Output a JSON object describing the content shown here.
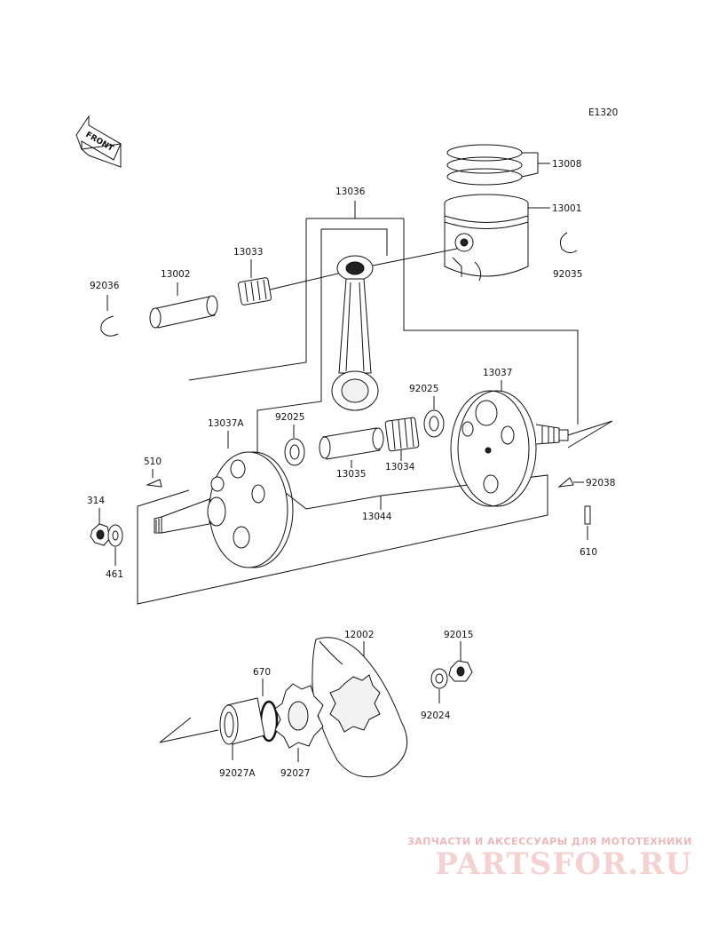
{
  "diagram_code": "E1320",
  "front_label": "FRONT",
  "parts": {
    "p13008": "13008",
    "p13001": "13001",
    "p92035": "92035",
    "p13036": "13036",
    "p13033": "13033",
    "p13002": "13002",
    "p92036": "92036",
    "p13037": "13037",
    "p92025a": "92025",
    "p92025b": "92025",
    "p13037a": "13037A",
    "p510": "510",
    "p13035": "13035",
    "p13034": "13034",
    "p13044": "13044",
    "p92038": "92038",
    "p314": "314",
    "p461": "461",
    "p610": "610",
    "p12002": "12002",
    "p92015": "92015",
    "p670": "670",
    "p92024": "92024",
    "p92027a": "92027A",
    "p92027": "92027"
  },
  "watermark": {
    "tagline": "ЗАПЧАСТИ И АКСЕССУАРЫ ДЛЯ МОТОТЕХНИКИ",
    "logo": "PARTSFOR.RU"
  },
  "colors": {
    "line": "#111111",
    "watermark": "#e9b8b8"
  }
}
